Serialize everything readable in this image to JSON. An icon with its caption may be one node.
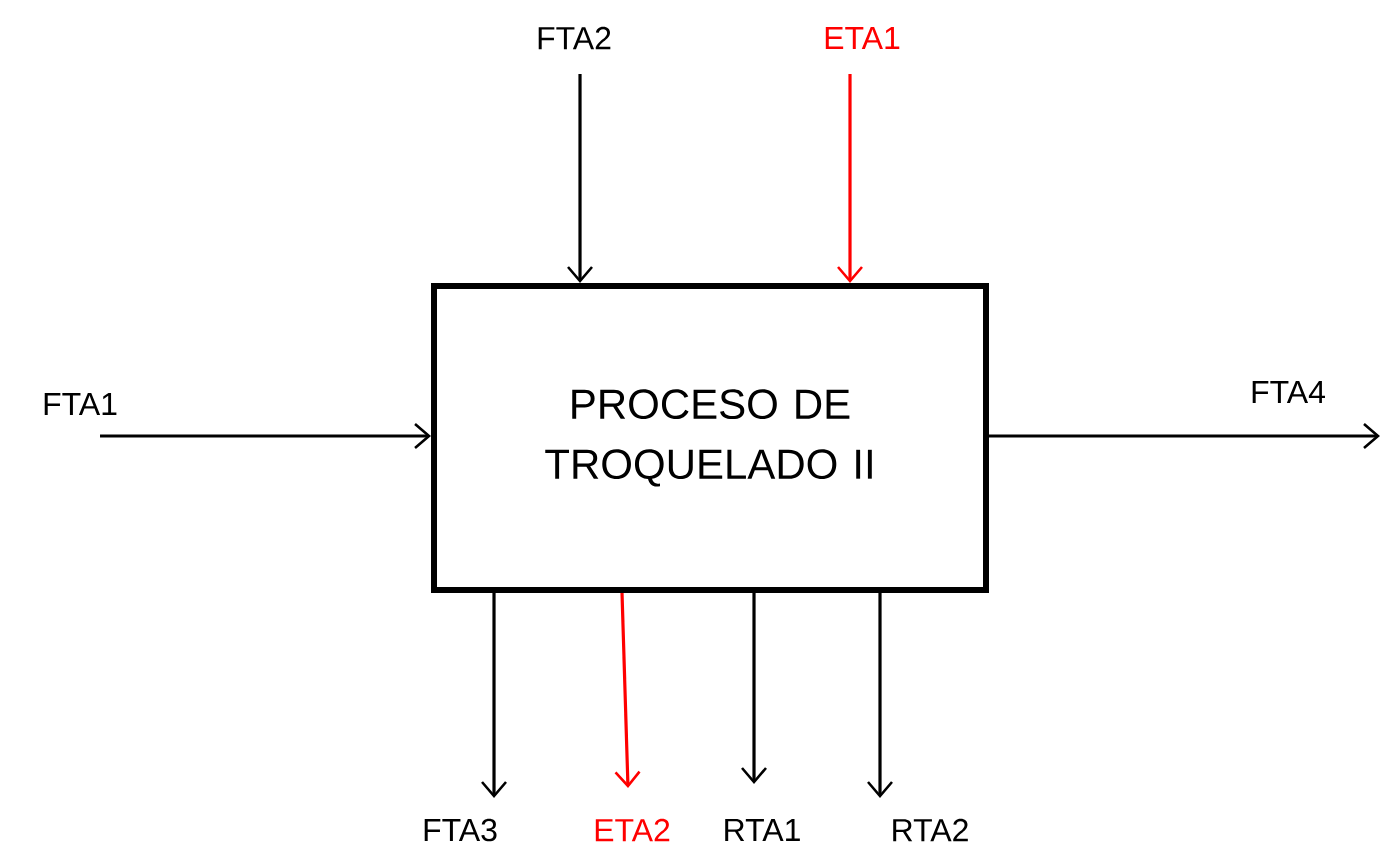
{
  "diagram": {
    "nodes": [
      {
        "text": [
          "PROCESO DE TROQUELADO II"
        ]
      },
      {
        "text": [
          "FTA1"
        ]
      },
      {
        "text": [
          "FTA2"
        ]
      },
      {
        "text": [
          "ETA1"
        ]
      },
      {
        "text": [
          "FTA4"
        ]
      },
      {
        "text": [
          "FTA3"
        ]
      },
      {
        "text": [
          "ETA2"
        ]
      },
      {
        "text": [
          "RTA1"
        ]
      },
      {
        "text": [
          "RTA2"
        ]
      }
    ],
    "edges": [
      {
        "from": 1,
        "to": 0,
        "arrow": "to"
      },
      {
        "from": 2,
        "to": 0,
        "arrow": "to"
      },
      {
        "from": 3,
        "to": 0,
        "arrow": "to",
        "color": "#ff0000"
      },
      {
        "from": 0,
        "to": 4,
        "arrow": "to"
      },
      {
        "from": 0,
        "to": 5,
        "arrow": "to"
      },
      {
        "from": 0,
        "to": 6,
        "arrow": "to",
        "color": "#ff0000"
      },
      {
        "from": 0,
        "to": 7,
        "arrow": "to"
      },
      {
        "from": 0,
        "to": 8,
        "arrow": "to"
      }
    ]
  }
}
